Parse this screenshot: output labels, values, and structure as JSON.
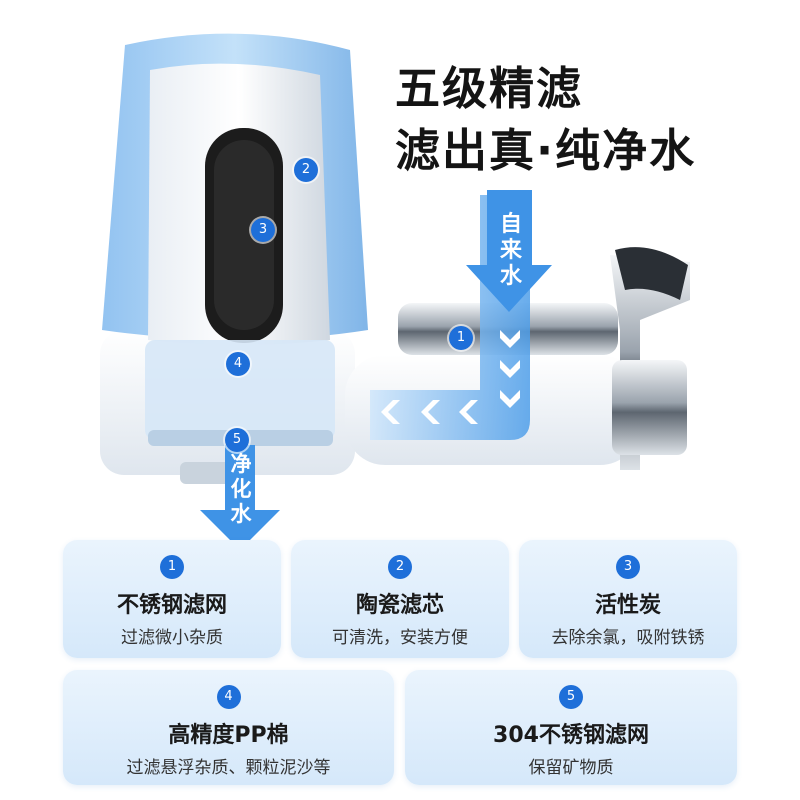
{
  "headline": {
    "line1": "五级精滤",
    "line2": "滤出真·纯净水"
  },
  "flow": {
    "inlet_label": "自来水",
    "outlet_label": "净化水"
  },
  "markers": [
    "1",
    "2",
    "3",
    "4",
    "5"
  ],
  "stages": [
    {
      "num": "1",
      "title": "不锈钢滤网",
      "desc": "过滤微小杂质"
    },
    {
      "num": "2",
      "title": "陶瓷滤芯",
      "desc": "可清洗，安装方便"
    },
    {
      "num": "3",
      "title": "活性炭",
      "desc": "去除余氯，吸附铁锈"
    },
    {
      "num": "4",
      "title": "高精度PP棉",
      "desc": "过滤悬浮杂质、颗粒泥沙等"
    },
    {
      "num": "5",
      "title": "304不锈钢滤网",
      "desc": "保留矿物质"
    }
  ],
  "colors": {
    "accent": "#1e6fd9",
    "flow_blue": "#4a9be8",
    "card_bg": "#dcebfa",
    "housing_blue": "#7fb6ea",
    "filter_black": "#1c1c1c"
  }
}
